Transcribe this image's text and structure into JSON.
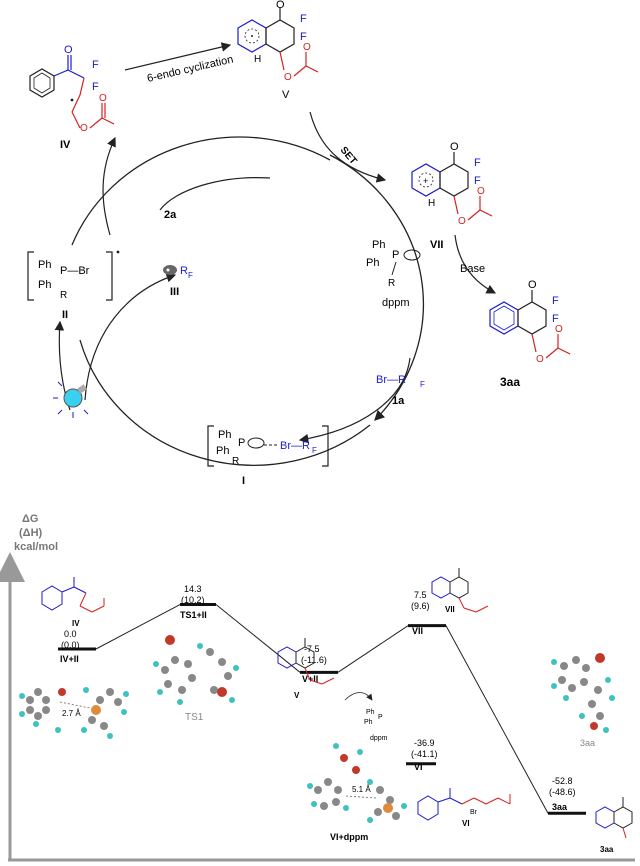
{
  "cycle": {
    "IV_label": "IV",
    "V_label": "V",
    "VII_label": "VII",
    "II_label": "II",
    "III_label": "III",
    "I_label": "I",
    "dppm_label": "dppm",
    "compound_2a": "2a",
    "compound_1a": "1a",
    "product_label": "3aa",
    "arrow_cyclization": "6-endo cyclization",
    "arrow_set": "SET",
    "arrow_base": "Base",
    "atom_O": "O",
    "atom_F": "F",
    "atom_H": "H",
    "atom_P": "P",
    "atom_Br": "Br",
    "atom_R": "R",
    "sub_F": "F",
    "ph": "Ph",
    "br_bond": "Br—R",
    "p_br": "P—Br"
  },
  "energy": {
    "axis_title_1": "ΔG",
    "axis_title_2": "(ΔH)",
    "axis_title_3": "kcal/mol",
    "levels": [
      {
        "name": "IV+II",
        "dg": "0.0",
        "dh": "(0.0)"
      },
      {
        "name": "TS1+II",
        "dg": "14.3",
        "dh": "(10.2)"
      },
      {
        "name": "V+II",
        "dg": "-7.5",
        "dh": "(-11.6)"
      },
      {
        "name": "VII",
        "dg": "7.5",
        "dh": "(9.6)"
      },
      {
        "name": "VI",
        "dg": "-36.9",
        "dh": "(-41.1)"
      },
      {
        "name": "3aa",
        "dg": "-52.8",
        "dh": "(-48.6)"
      }
    ],
    "ts1_label": "TS1",
    "dist1": "2.7 Å",
    "dist2": "5.1 Å",
    "vi_dppm": "VI+dppm",
    "small_IV": "IV",
    "small_V": "V",
    "small_VII": "VII",
    "small_VI": "VI",
    "small_3aa": "3aa",
    "model_3aa": "3aa",
    "dppm_small": "dppm"
  }
}
